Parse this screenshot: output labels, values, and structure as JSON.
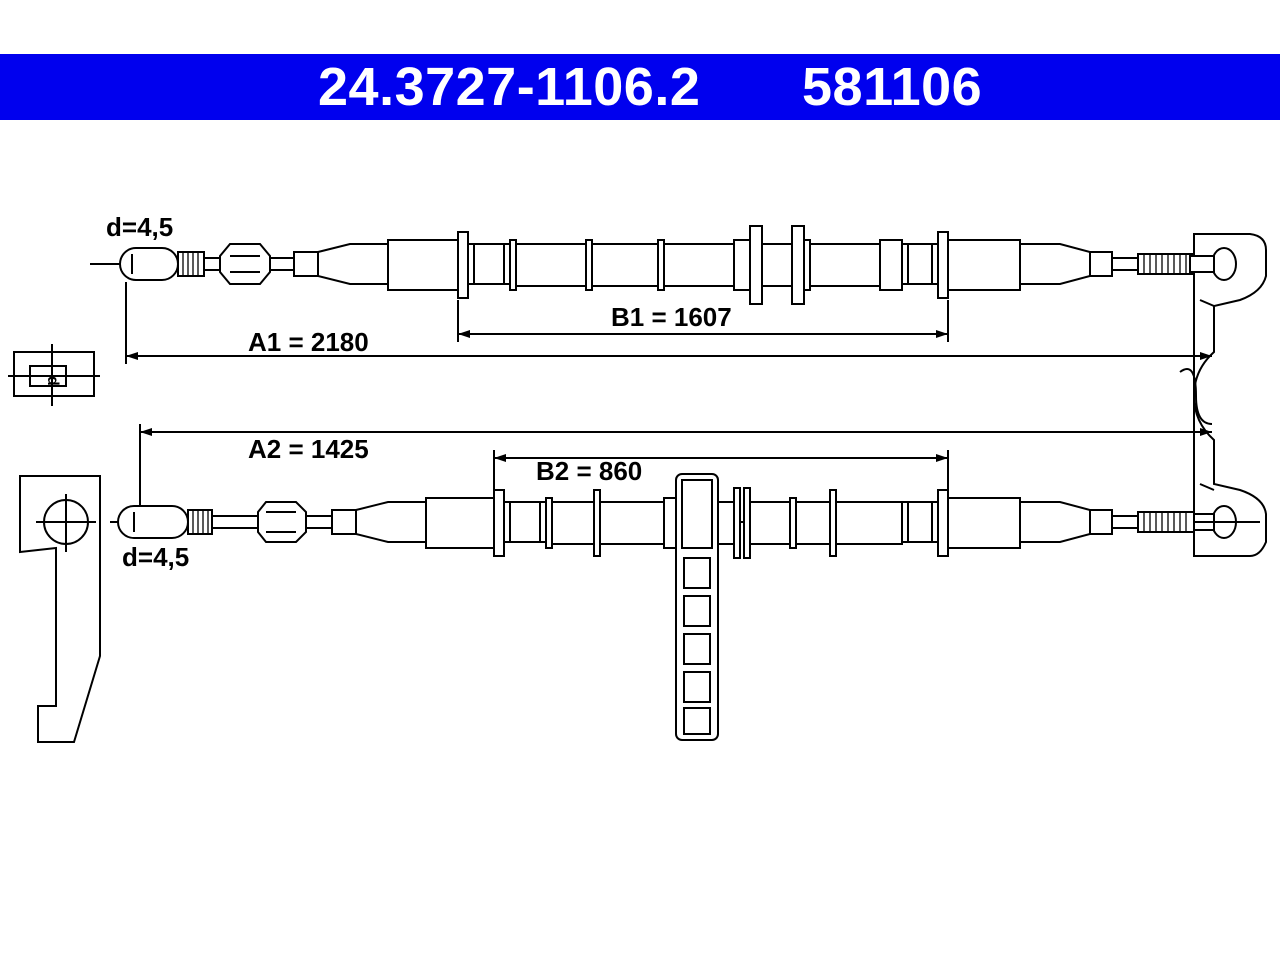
{
  "header": {
    "part_number": "24.3727-1106.2",
    "reference_number": "581106",
    "color": "#0000ee"
  },
  "dimensions": {
    "a1": "A1 = 2180",
    "b1": "B1 = 1607",
    "a2": "A2 = 1425",
    "b2": "B2 = 860",
    "d_top": "d=4,5",
    "d_bottom": "d=4,5"
  },
  "detail": {
    "d_symbol": "d"
  }
}
